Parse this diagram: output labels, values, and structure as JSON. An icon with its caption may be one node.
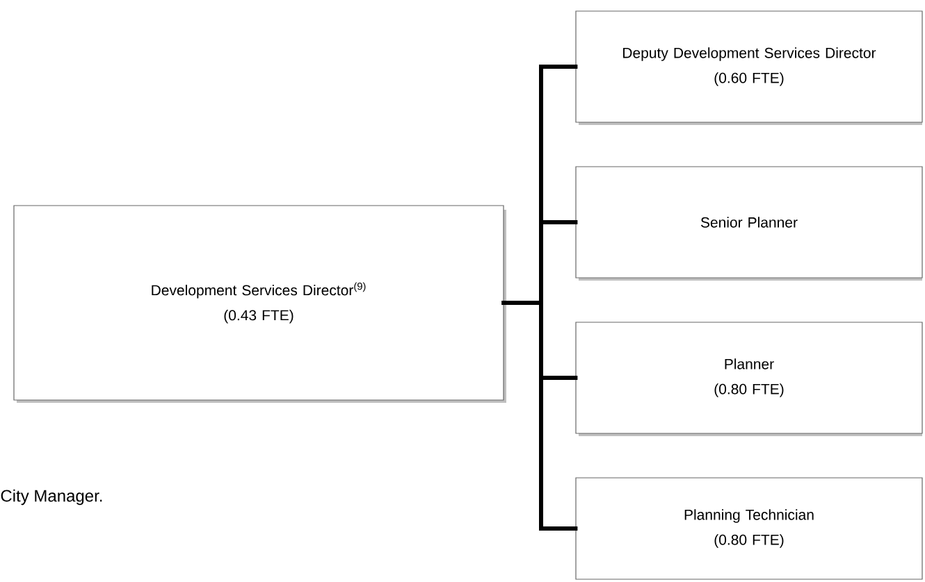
{
  "diagram": {
    "nodes": [
      {
        "text": [
          "Development Services Director$^{(9)}$",
          "(0.43 FTE)"
        ]
      },
      {
        "text": [
          "Deputy Development Services Director",
          "(0.60 FTE)"
        ]
      },
      {
        "text": [
          "Senior Planner"
        ]
      },
      {
        "text": [
          "Planner",
          "(0.80 FTE)"
        ]
      },
      {
        "text": [
          "Planning Technician",
          "(0.80 FTE)"
        ]
      }
    ],
    "edges": [
      {
        "from": 0,
        "to": 1,
        "arrow": "none"
      },
      {
        "from": 0,
        "to": 2,
        "arrow": "none"
      },
      {
        "from": 0,
        "to": 3,
        "arrow": "none"
      },
      {
        "from": 0,
        "to": 4,
        "arrow": "none"
      }
    ],
    "labels": [
      "City Manager."
    ]
  }
}
